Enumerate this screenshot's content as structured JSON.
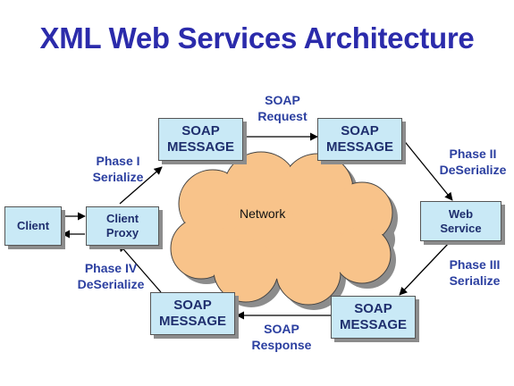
{
  "title": "XML Web Services Architecture",
  "boxes": {
    "client": "Client",
    "client_proxy": [
      "Client",
      "Proxy"
    ],
    "msg_top_left": [
      "SOAP",
      "MESSAGE"
    ],
    "msg_top_right": [
      "SOAP",
      "MESSAGE"
    ],
    "web_service": [
      "Web",
      "Service"
    ],
    "msg_bottom_right": [
      "SOAP",
      "MESSAGE"
    ],
    "msg_bottom_left": [
      "SOAP",
      "MESSAGE"
    ]
  },
  "cloud_label": "Network",
  "labels": {
    "soap_request": [
      "SOAP",
      "Request"
    ],
    "soap_response": [
      "SOAP",
      "Response"
    ],
    "phase1": [
      "Phase I",
      "Serialize"
    ],
    "phase2": [
      "Phase II",
      "DeSerialize"
    ],
    "phase3": [
      "Phase III",
      "Serialize"
    ],
    "phase4": [
      "Phase IV",
      "DeSerialize"
    ]
  },
  "colors": {
    "title": "#2b2bab",
    "box_fill": "#c9e9f6",
    "cloud_fill": "#f8c38a",
    "label": "#2b3fa0"
  }
}
